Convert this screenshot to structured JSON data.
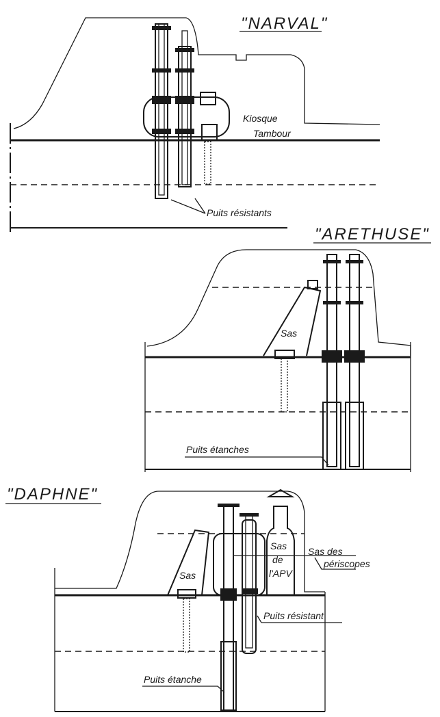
{
  "narval": {
    "title": "\"NARVAL\"",
    "kiosque": "Kiosque",
    "tambour": "Tambour",
    "puits": "Puits résistants"
  },
  "arethuse": {
    "title": "\"ARETHUSE\"",
    "sas": "Sas",
    "puits": "Puits étanches"
  },
  "daphne": {
    "title": "\"DAPHNE\"",
    "sas": "Sas",
    "sas_apv_1": "Sas",
    "sas_apv_2": "de",
    "sas_apv_3": "l'APV",
    "sas_peri_1": "Sas des",
    "sas_peri_2": "périscopes",
    "puits_resistant": "Puits résistant",
    "puits_etanche": "Puits étanche"
  }
}
